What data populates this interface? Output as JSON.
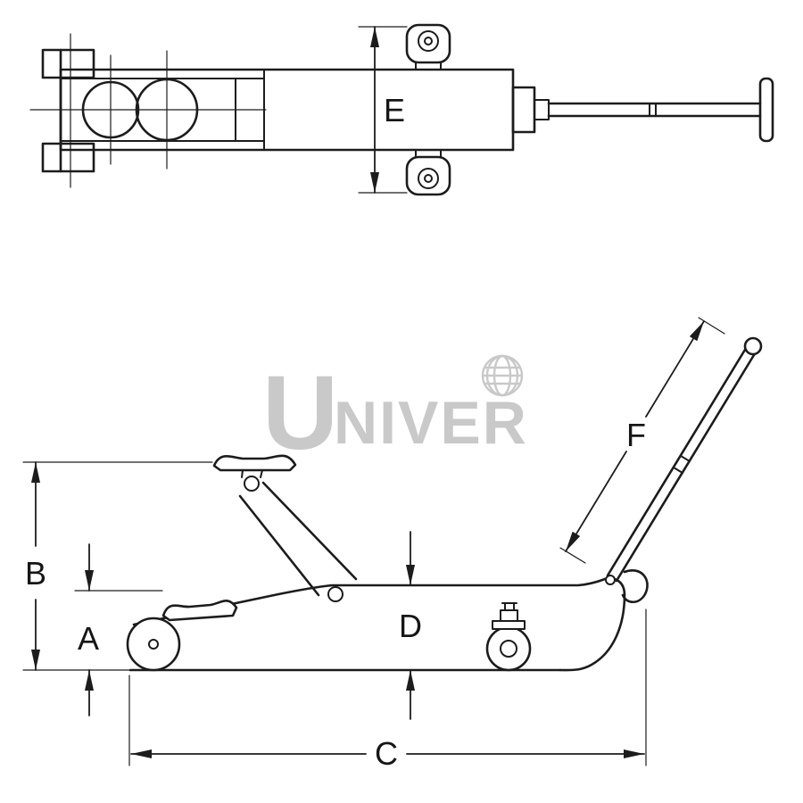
{
  "document": {
    "kind": "technical dimension drawing",
    "subject": "hydraulic trolley floor jack, top view and side view"
  },
  "watermark": {
    "u": "U",
    "rest": "NIVER",
    "color": "#c9c9c9"
  },
  "labels": {
    "A": "A",
    "B": "B",
    "C": "C",
    "D": "D",
    "E": "E",
    "F": "F"
  },
  "colors": {
    "line": "#1c1c1c",
    "background": "#ffffff",
    "watermark": "#c9c9c9"
  }
}
